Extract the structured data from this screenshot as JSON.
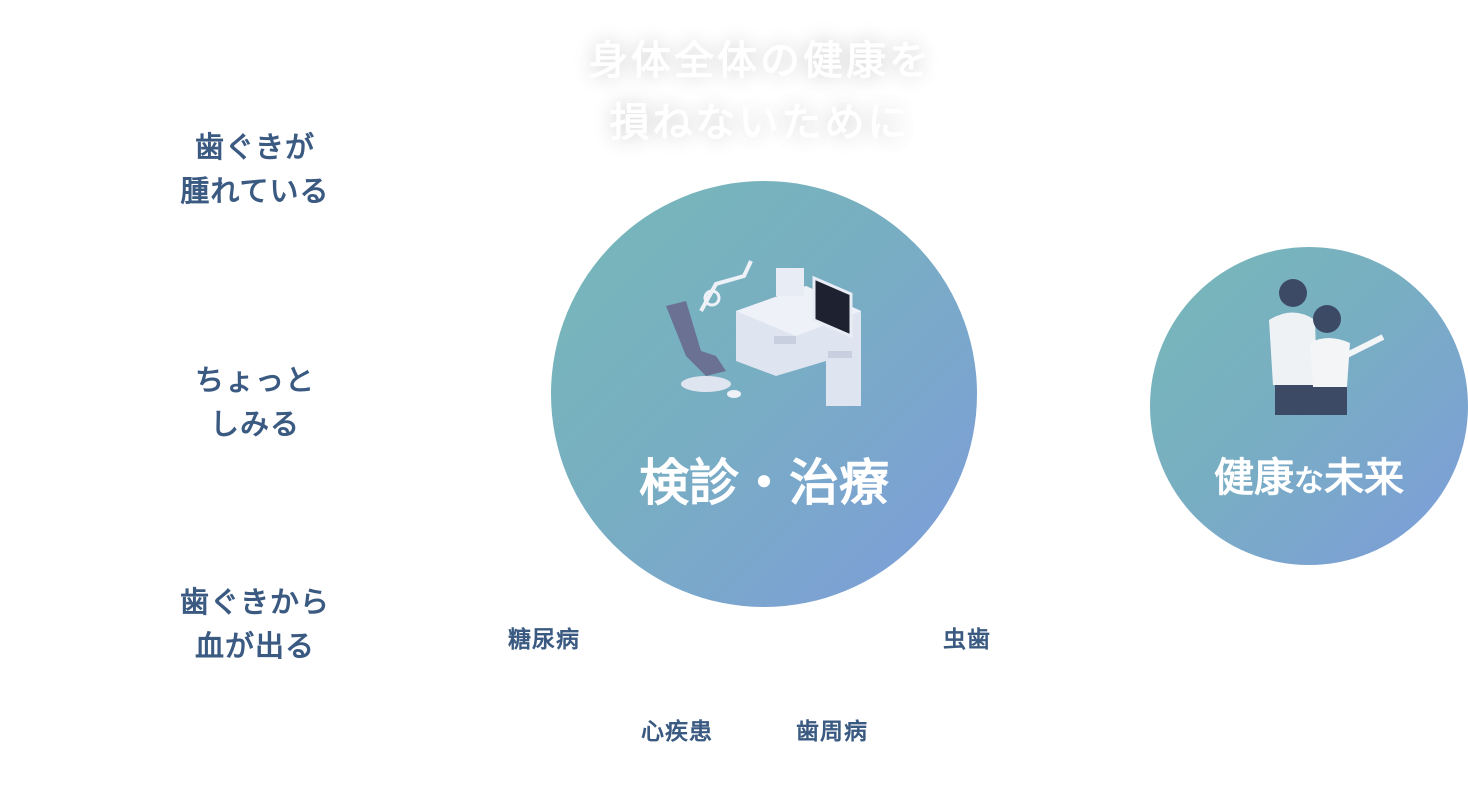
{
  "headline": {
    "line1": "身体全体の健康を",
    "line2": "損ねないために"
  },
  "symptoms": [
    {
      "line1": "歯ぐきが",
      "line2": "腫れている"
    },
    {
      "line1": "ちょっと",
      "line2": "しみる"
    },
    {
      "line1": "歯ぐきから",
      "line2": "血が出る"
    }
  ],
  "main_circle": {
    "label": "検診・治療",
    "icon": "dental-clinic-illustration"
  },
  "future_circle": {
    "label_a": "健康",
    "label_b": "な",
    "label_c": "未来",
    "icon": "couple-illustration"
  },
  "diseases": [
    "糖尿病",
    "虫歯",
    "心疾患",
    "歯周病"
  ],
  "colors": {
    "text": "#3b5a82",
    "gradient_start": "#76b8b8",
    "gradient_end": "#7e9cdb"
  }
}
